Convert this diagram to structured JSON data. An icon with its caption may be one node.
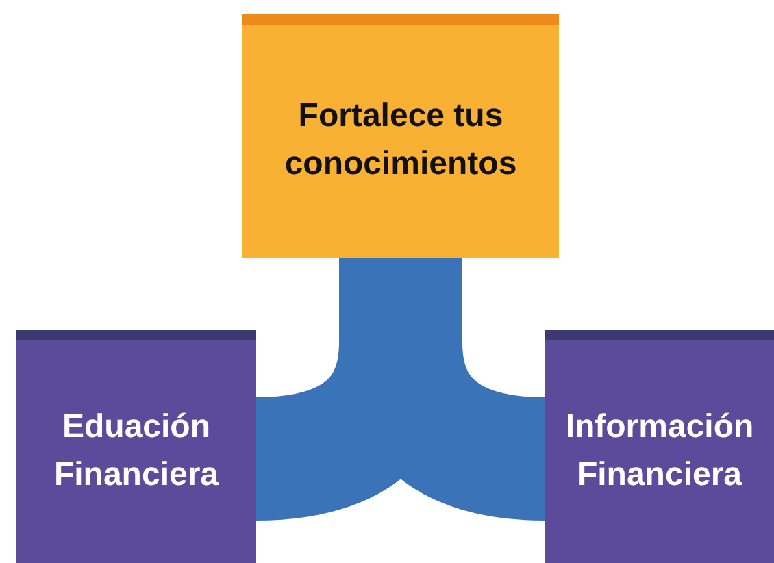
{
  "diagram": {
    "nodes": [
      {
        "text": [
          "Fortalece tus conocimientos"
        ]
      },
      {
        "text": [
          "Eduación Financiera"
        ]
      },
      {
        "text": [
          "Información Financiera"
        ]
      }
    ],
    "edges": [
      {
        "from": 0,
        "to": 1,
        "arrow": "none"
      },
      {
        "from": 0,
        "to": 2,
        "arrow": "none"
      }
    ]
  }
}
